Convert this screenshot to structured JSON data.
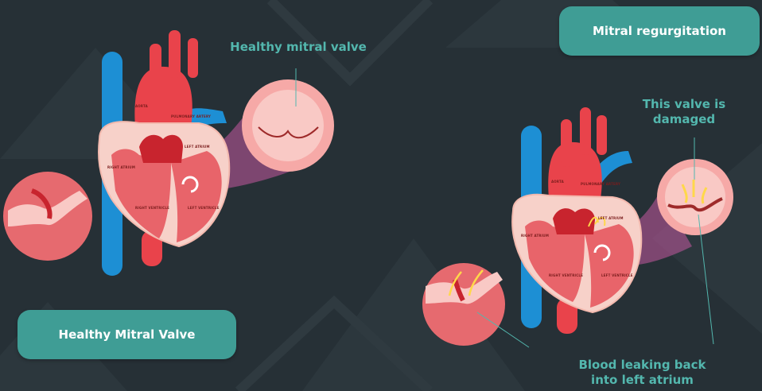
{
  "labels": {
    "healthy_pill": "Healthy Mitral Valve",
    "regurg_pill": "Mitral regurgitation",
    "healthy_callout": "Healthy mitral valve",
    "damaged_line1": "This valve is",
    "damaged_line2": "damaged",
    "leak_line1": "Blood leaking back",
    "leak_line2": "into left atrium"
  },
  "heart_labels": {
    "aorta": "AORTA",
    "pulmonary_artery": "PULMONARY ARTERY",
    "left_atrium": "LEFT ATRIUM",
    "right_atrium": "RIGHT ATRIUM",
    "right_ventricle": "RIGHT VENTRICLE",
    "left_ventricle": "LEFT VENTRICLE"
  },
  "colors": {
    "background": "#263036",
    "pill": "#3f9d95",
    "callout_text": "#53b7ae",
    "vein": "#1d8fd4",
    "artery": "#e9434b",
    "heart_light": "#f7d1c9",
    "heart_muscle": "#e8646a"
  }
}
